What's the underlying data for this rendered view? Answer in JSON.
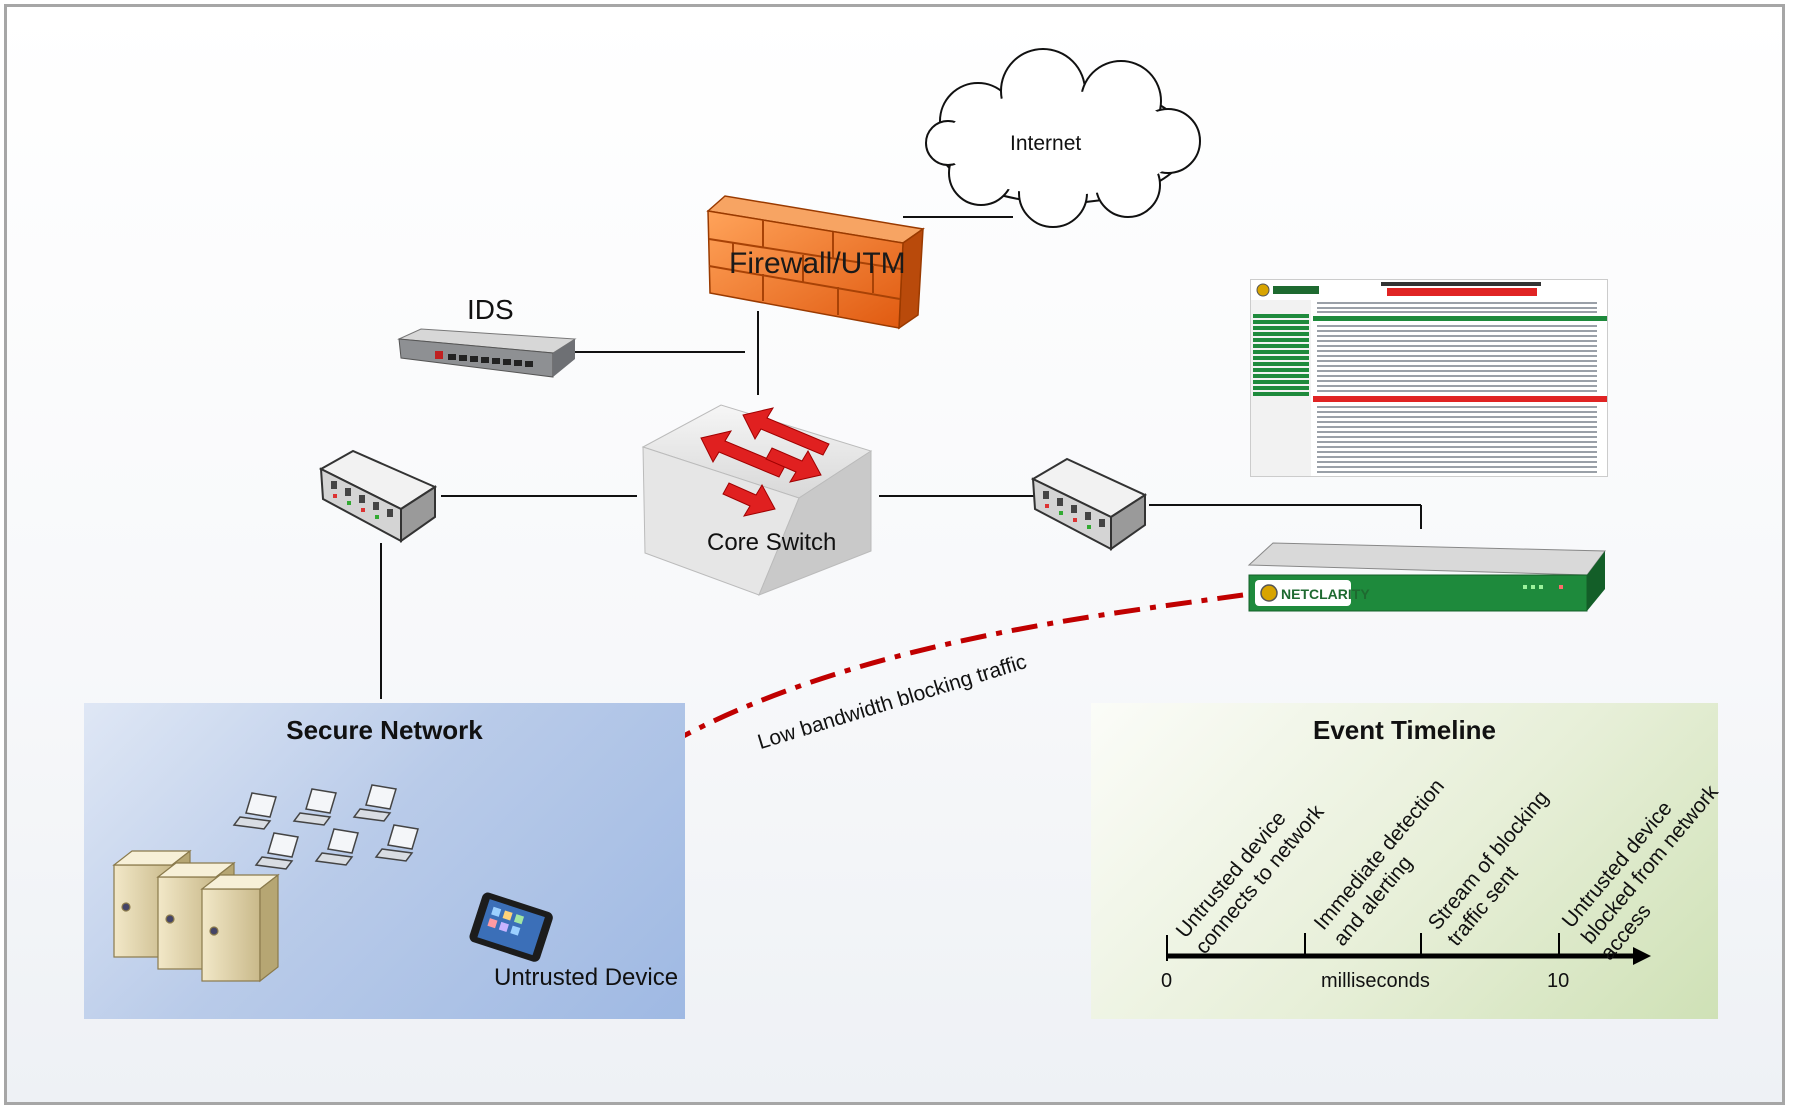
{
  "nodes": {
    "internet": "Internet",
    "ids": "IDS",
    "firewall": "Firewall/UTM",
    "core_switch": "Core Switch",
    "untrusted_device": "Untrusted Device",
    "netclarity_logo": "NETCLARITY"
  },
  "secure_network": {
    "title": "Secure Network"
  },
  "blocking_link": {
    "label": "Low bandwidth blocking traffic",
    "color": "#c00000"
  },
  "timeline": {
    "title": "Event Timeline",
    "events": [
      {
        "text_lines": [
          "Untrusted device",
          "connects to network"
        ]
      },
      {
        "text_lines": [
          "Immediate detection",
          "and alerting"
        ]
      },
      {
        "text_lines": [
          "Stream of blocking",
          "traffic sent"
        ]
      },
      {
        "text_lines": [
          "Untrusted device",
          "blocked from network",
          "access"
        ]
      }
    ],
    "tick_labels": {
      "start": "0",
      "middle": "milliseconds",
      "end": "10"
    }
  },
  "colors": {
    "firewall": "#f07a30",
    "blocking": "#c00000",
    "netclarity_green": "#1c8a3a",
    "arrow_red": "#e02020"
  }
}
